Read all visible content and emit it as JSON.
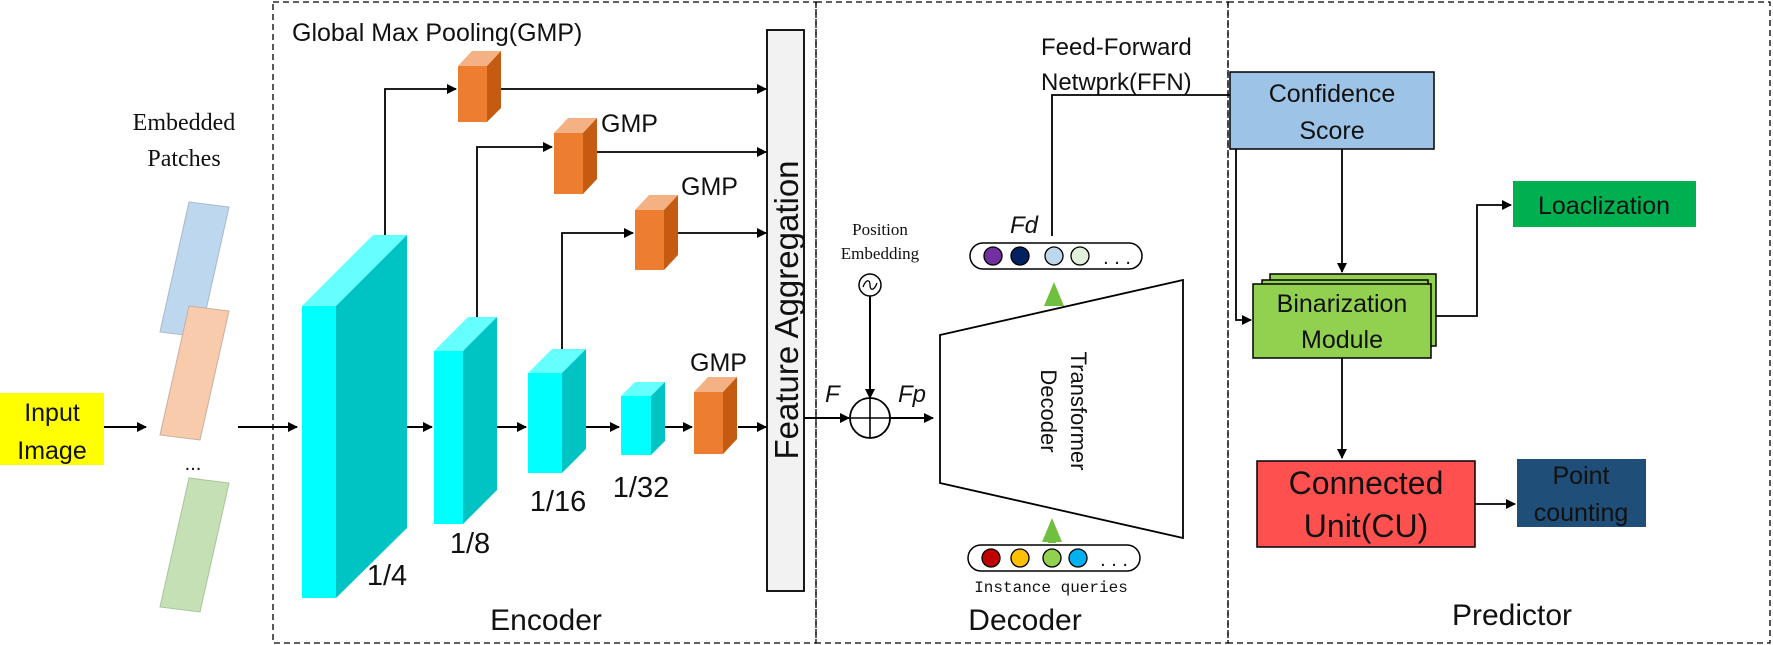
{
  "input": {
    "label_line1": "Input",
    "label_line2": "Image"
  },
  "patches": {
    "label_line1": "Embedded",
    "label_line2": "Patches",
    "ellipsis": "..."
  },
  "encoder": {
    "title": "Encoder",
    "gmp_title": "Global Max Pooling(GMP)",
    "gmp_labels": [
      "GMP",
      "GMP",
      "GMP"
    ],
    "scales": [
      "1/4",
      "1/8",
      "1/16",
      "1/32"
    ],
    "aggregation": "Feature Aggregation"
  },
  "decoder": {
    "title": "Decoder",
    "position_line1": "Position",
    "position_line2": "Embedding",
    "f_label": "F",
    "fp_label": "Fp",
    "fd_label": "Fd",
    "transformer_line1": "Transformer",
    "transformer_line2": "Decoder",
    "instance_queries": "Instance queries",
    "ffn_line1": "Feed-Forward",
    "ffn_line2": "Netwprk(FFN)",
    "dots": ". . ."
  },
  "predictor": {
    "title": "Predictor",
    "confidence_line1": "Confidence",
    "confidence_line2": "Score",
    "binarization_line1": "Binarization",
    "binarization_line2": "Module",
    "localization": "Loaclization",
    "cu_line1": "Connected",
    "cu_line2": "Unit(CU)",
    "point_line1": "Point",
    "point_line2": "counting"
  },
  "colors": {
    "input_bg": "#ffff00",
    "cyan_front": "#00ffff",
    "cyan_side": "#00c4c4",
    "cyan_top": "#66ffff",
    "gmp_front": "#ed7d31",
    "gmp_side": "#c55a11",
    "gmp_top": "#f4b183",
    "patch_blue": "#bdd7ee",
    "patch_orange": "#f8cbad",
    "patch_green": "#c5e0b4",
    "aggregation_bg": "#f2f2f2",
    "confidence_bg": "#9dc3e6",
    "binarization_bg": "#92d050",
    "localization_bg": "#00b050",
    "cu_bg": "#ff5050",
    "point_bg": "#1f4e79",
    "green_arrow": "#70c040",
    "out_query_colors": [
      "#7030a0",
      "#002060",
      "#bdd7ee",
      "#e2efda"
    ],
    "in_query_colors": [
      "#c00000",
      "#ffc000",
      "#92d050",
      "#00b0f0"
    ]
  }
}
